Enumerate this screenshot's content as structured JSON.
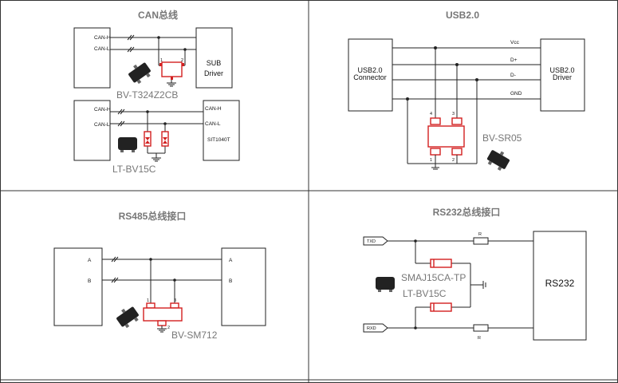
{
  "panels": {
    "can": {
      "title": "CAN总线",
      "lines": [
        "CAN-H",
        "CAN-L"
      ],
      "top_driver": [
        "SUB",
        "Driver"
      ],
      "top_part": "BV-T324Z2CB",
      "bottom_lines_left": [
        "CAN-H",
        "CAN-L"
      ],
      "bottom_lines_right": [
        "CAN-H",
        "CAN-L"
      ],
      "bottom_driver": "SIT1040T",
      "bottom_part": "LT-BV15C",
      "pin_labels": [
        "1",
        "2"
      ]
    },
    "usb": {
      "title": "USB2.0",
      "connector": [
        "USB2.0",
        "Connector"
      ],
      "driver": [
        "USB2.0",
        "Driver"
      ],
      "lines": [
        "Vcc",
        "D+",
        "D-",
        "GND"
      ],
      "part": "BV-SR05",
      "pin_labels": [
        "4",
        "3",
        "1",
        "2"
      ]
    },
    "rs485": {
      "title": "RS485总线接口",
      "lines_left": [
        "A",
        "B"
      ],
      "lines_right": [
        "A",
        "B"
      ],
      "part": "BV-SM712",
      "pin_labels": [
        "1",
        "3",
        "2"
      ]
    },
    "rs232": {
      "title": "RS232总线接口",
      "signals": [
        "TXD",
        "RXD"
      ],
      "resistor": "R",
      "chip": "RS232",
      "part_top": "SMAJ15CA-TP",
      "part_bottom": "LT-BV15C"
    }
  }
}
